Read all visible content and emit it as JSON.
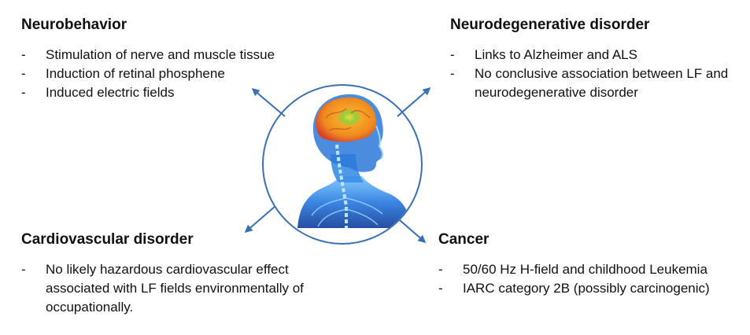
{
  "colors": {
    "arrow": "#3a70ad",
    "circle": "#3a70ad",
    "body_blue": "#1f63c9",
    "body_light": "#5ab4ff",
    "brain_orange": "#f08a1e",
    "brain_red": "#d9412a",
    "brain_yellow": "#f6d43a"
  },
  "icons": {
    "center": "human-head-brain-xray-icon"
  },
  "sections": {
    "neurobehavior": {
      "title": "Neurobehavior",
      "items": [
        "Stimulation of nerve and muscle tissue",
        "Induction of retinal phosphene",
        "Induced electric fields"
      ]
    },
    "neurodegenerative": {
      "title": "Neurodegenerative disorder",
      "items": [
        "Links to Alzheimer and ALS",
        "No conclusive association between LF and neurodegenerative disorder"
      ]
    },
    "cardiovascular": {
      "title": "Cardiovascular disorder",
      "items": [
        "No likely hazardous cardiovascular effect associated with LF fields environmentally of occupationally."
      ]
    },
    "cancer": {
      "title": "Cancer",
      "items": [
        "50/60 Hz H-field and childhood Leukemia",
        "IARC category 2B (possibly carcinogenic)"
      ]
    }
  },
  "bullet": "-"
}
